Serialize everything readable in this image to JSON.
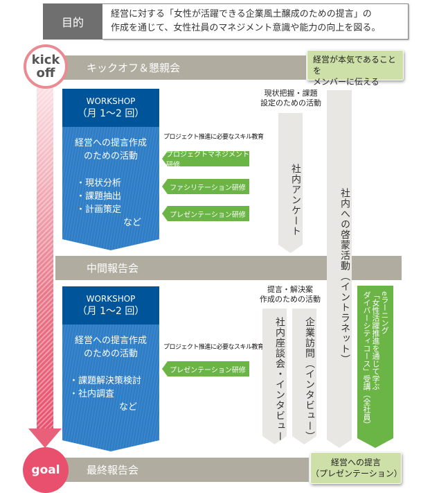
{
  "purpose": {
    "label": "目的",
    "line1": "経営に対する「女性が活躍できる企業風土醸成のための提言」の",
    "line2": "作成を通じて、女性社員のマネジメント意識や能力の向上を図る。"
  },
  "timeline": {
    "start_line1": "kick",
    "start_line2": "off",
    "end": "goal"
  },
  "bands": {
    "kickoff": "キックオフ＆懇親会",
    "midterm": "中間報告会",
    "final": "最終報告会"
  },
  "notes": {
    "kickoff_line1": "経営が本気であることを",
    "kickoff_line2": "メンバーに伝える",
    "final_line1": "経営への提言",
    "final_line2": "（プレゼンテーション）"
  },
  "workshop1": {
    "title": "WORKSHOP",
    "freq": "（月 1〜2 回）",
    "activity_line1": "経営への提言作成",
    "activity_line2": "のための活動",
    "items": [
      "・現状分析",
      "・課題抽出",
      "・計画策定"
    ],
    "etc": "など"
  },
  "workshop2": {
    "title": "WORKSHOP",
    "freq": "（月 1〜2 回）",
    "activity_line1": "経営への提言作成",
    "activity_line2": "のための活動",
    "items": [
      "・課題解決策検討",
      "・社内調査"
    ],
    "etc": "など"
  },
  "skills1": {
    "label": "プロジェクト推進に必要なスキル教育",
    "tags": [
      "プロジェクトマネジメント研修",
      "ファシリテーション研修",
      "プレゼンテーション研修"
    ]
  },
  "skills2": {
    "label": "プロジェクト推進に必要なスキル教育",
    "tags": [
      "プレゼンテーション研修"
    ]
  },
  "phase1": {
    "label_line1": "現状把握・課題",
    "label_line2": "設定のための活動",
    "survey": "社内アンケート"
  },
  "intranet": "社内への啓蒙活動（イントラネット）",
  "phase2": {
    "label_line1": "提言・解決案",
    "label_line2": "作成のための活動",
    "roundtable": "社内座談会・インタビュー",
    "visit": "企業訪問（インタビュー）"
  },
  "elearning": {
    "line1": "eラーニング",
    "line2": "「女性活躍推進を通じて学ぶ",
    "line3": "ダイバーシティコース」受講（全社員）"
  }
}
